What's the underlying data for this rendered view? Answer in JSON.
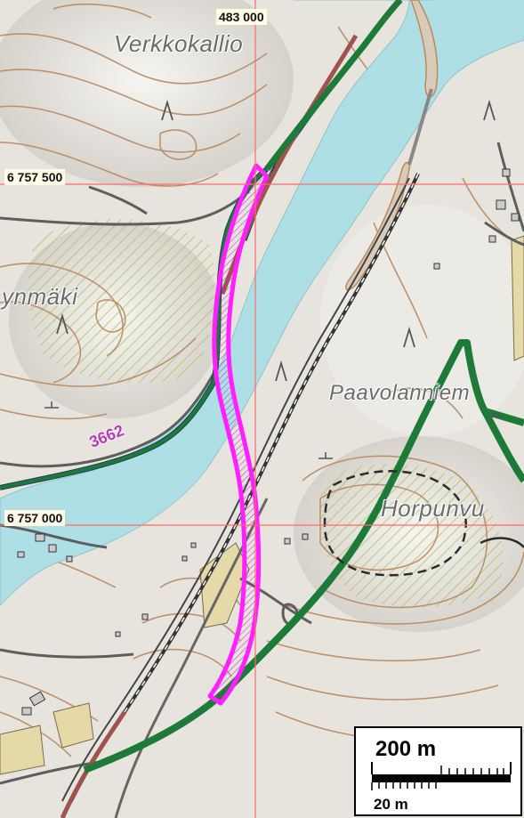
{
  "map": {
    "grid_labels": {
      "easting": "483 000",
      "northing_top": "6 757 500",
      "northing_bottom": "6 757 000"
    },
    "place_names": {
      "verkkokallio": "Verkkokallio",
      "ynmaki": "ynmäki",
      "paavolanniemi": "Paavolanniem",
      "horpunvu": "Horpunvu"
    },
    "route_number": "3662",
    "scale_bar": {
      "large": "200 m",
      "small": "20 m"
    },
    "colors": {
      "water": "#aedfe4",
      "contour": "#b88a62",
      "road_gray": "#555555",
      "railway_green": "#1f7a34",
      "route_green": "#1d7a38",
      "route_red": "#a0524e",
      "highlight": "#ff20ff",
      "grid": "#ff6a6a",
      "hatch": "#c9d27a"
    },
    "icons": [
      "hill-symbol",
      "building-symbol"
    ]
  }
}
